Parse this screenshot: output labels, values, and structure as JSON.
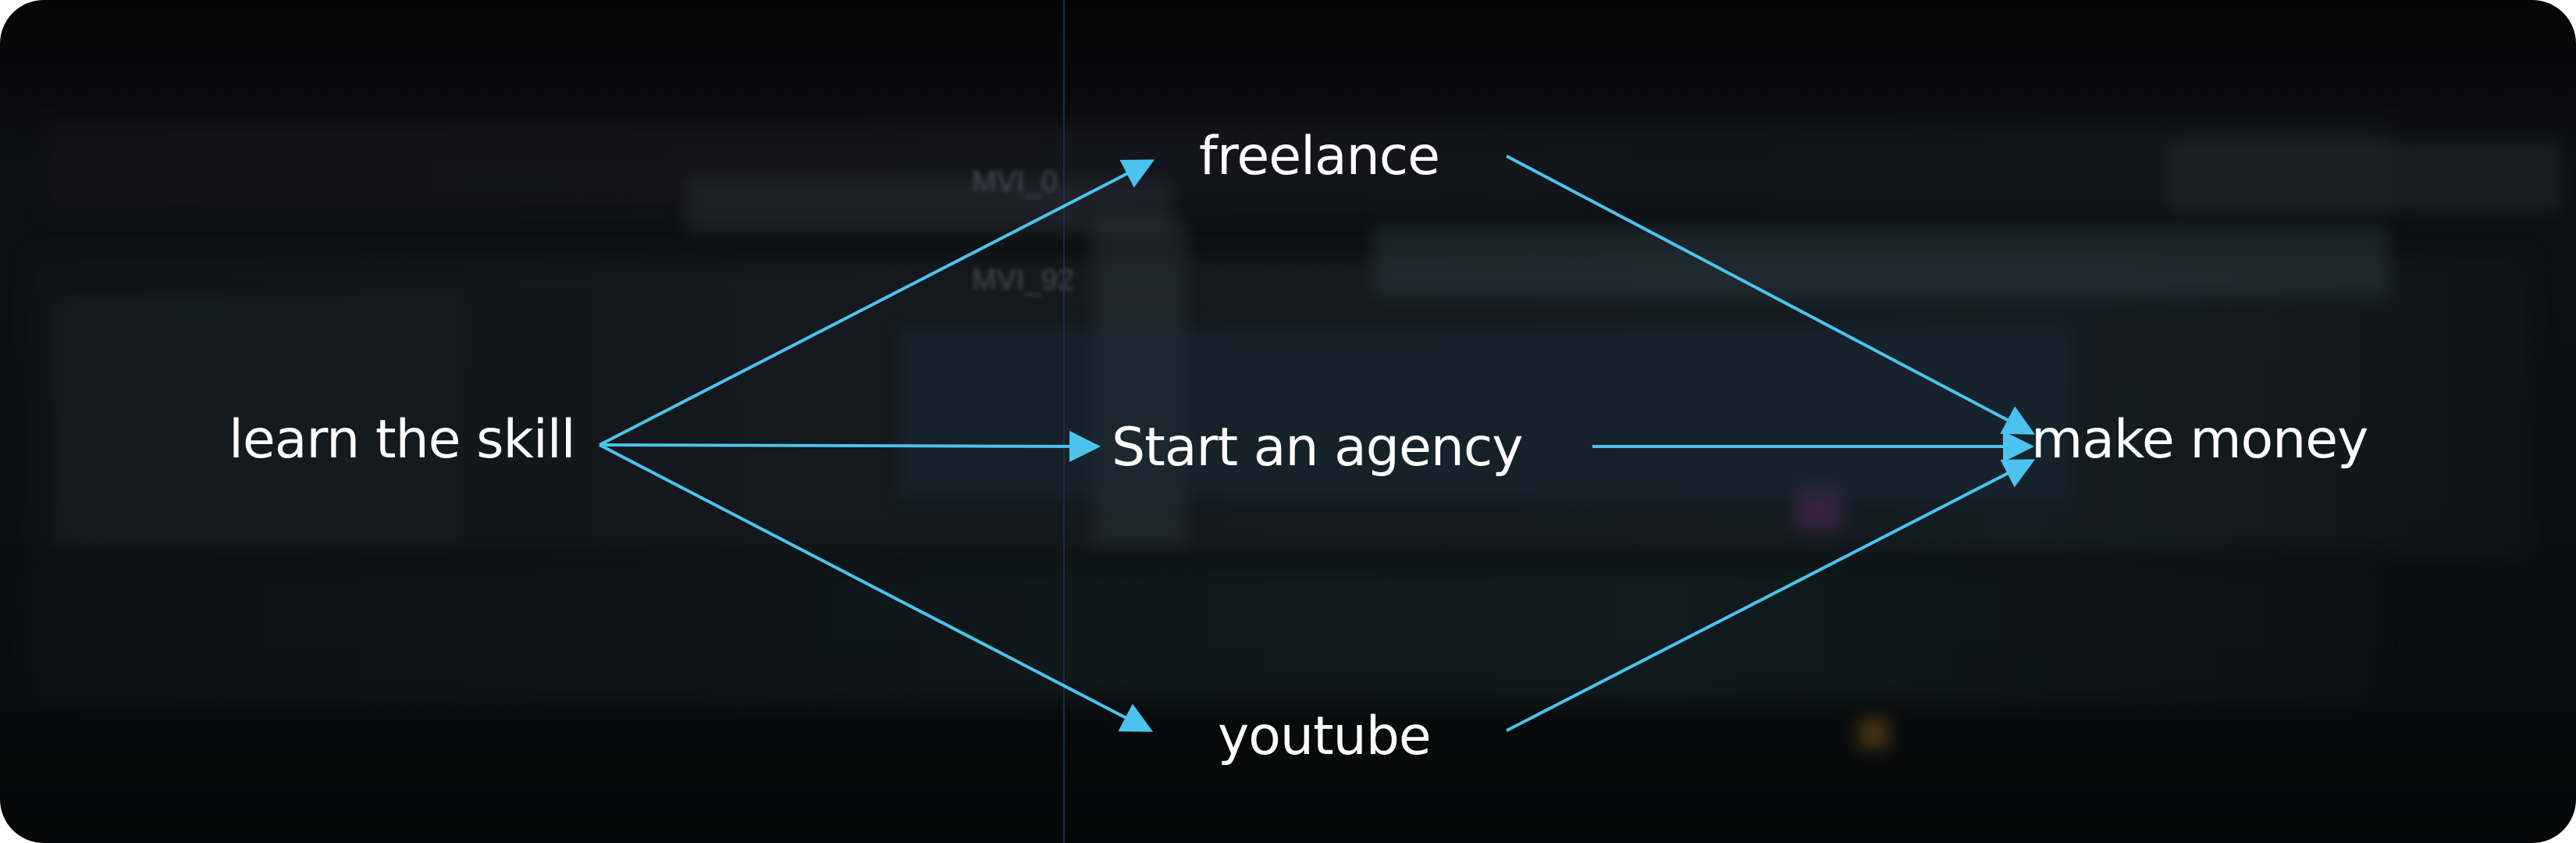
{
  "diagram": {
    "nodes": {
      "learn": "learn the skill",
      "freelance": "freelance",
      "agency": "Start an agency",
      "youtube": "youtube",
      "money": "make money"
    },
    "edges": [
      {
        "from": "learn",
        "to": "freelance"
      },
      {
        "from": "learn",
        "to": "agency"
      },
      {
        "from": "learn",
        "to": "youtube"
      },
      {
        "from": "freelance",
        "to": "money"
      },
      {
        "from": "agency",
        "to": "money"
      },
      {
        "from": "youtube",
        "to": "money"
      }
    ],
    "arrow_color": "#4cc3ee",
    "text_color": "#ffffff"
  },
  "background": {
    "clip_labels": [
      "MVI_0",
      "MVI_92"
    ]
  }
}
